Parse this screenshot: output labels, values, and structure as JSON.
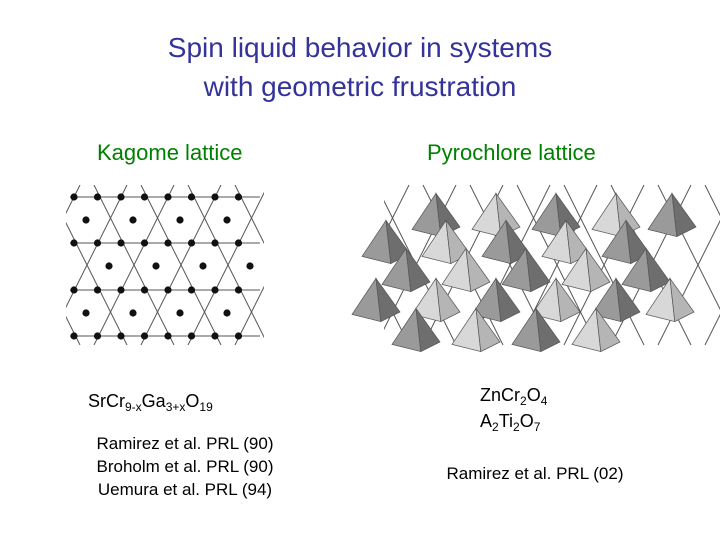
{
  "title": {
    "line1": "Spin liquid behavior in systems",
    "line2": "with geometric frustration"
  },
  "left": {
    "heading": "Kagome lattice",
    "formula": {
      "p1": "Sr",
      "p2": "Cr",
      "s2": "9-x",
      "p3": "Ga",
      "s3": "3+x",
      "p4": "O",
      "s4": "19"
    },
    "references": [
      "Ramirez et al. PRL (90)",
      "Broholm et al. PRL (90)",
      "Uemura et al. PRL (94)"
    ]
  },
  "right": {
    "heading": "Pyrochlore lattice",
    "formula1": {
      "p1": "Zn",
      "p2": "Cr",
      "s2": "2",
      "p3": "O",
      "s3": "4"
    },
    "formula2": {
      "p1": "A",
      "s1": "2",
      "p2": "Ti",
      "s2": "2",
      "p3": "O",
      "s3": "7"
    },
    "references": [
      "Ramirez et al. PRL (02)"
    ]
  },
  "colors": {
    "title": "#333399",
    "heading": "#008000",
    "text": "#000000"
  }
}
